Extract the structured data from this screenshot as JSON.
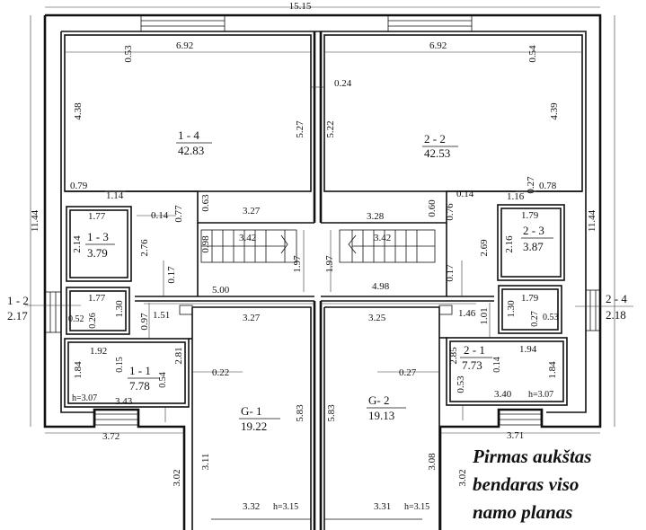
{
  "title": {
    "line1": "Pirmas aukštas",
    "line2": "bendaras viso",
    "line3": "namo planas"
  },
  "overall": {
    "width": "15.15",
    "depth_left": "11.44",
    "depth_right": "11.44"
  },
  "rooms": {
    "r1_4": {
      "id": "1 - 4",
      "area": "42.83"
    },
    "r2_2": {
      "id": "2 - 2",
      "area": "42.53"
    },
    "r1_3": {
      "id": "1 - 3",
      "area": "3.79"
    },
    "r2_3": {
      "id": "2 - 3",
      "area": "3.87"
    },
    "r1_2": {
      "id": "1 - 2",
      "area": "2.17"
    },
    "r2_4": {
      "id": "2 - 4",
      "area": "2.18"
    },
    "r1_1": {
      "id": "1 - 1",
      "area": "7.78"
    },
    "r2_1": {
      "id": "2 - 1",
      "area": "7.73"
    },
    "g1": {
      "id": "G- 1",
      "area": "19.22"
    },
    "g2": {
      "id": "G- 2",
      "area": "19.13"
    }
  },
  "heights": {
    "h307_left": "h=3.07",
    "h307_right": "h=3.07",
    "h315_left": "h=3.15",
    "h315_right": "h=3.15"
  },
  "dims_h": {
    "d692a": "6.92",
    "d692b": "6.92",
    "d024": "0.24",
    "d079": "0.79",
    "d114": "1.14",
    "d014a": "0.14",
    "d116": "1.16",
    "d078": "0.78",
    "d327a": "3.27",
    "d328": "3.28",
    "d177a": "1.77",
    "d014b": "0.14",
    "d179a": "1.79",
    "d342a": "3.42",
    "d342b": "3.42",
    "d500": "5.00",
    "d498": "4.98",
    "d177b": "1.77",
    "d179b": "1.79",
    "d151": "1.51",
    "d146": "1.46",
    "d327b": "3.27",
    "d325": "3.25",
    "d192": "1.92",
    "d194": "1.94",
    "d022": "0.22",
    "d027b": "0.27",
    "d343": "3.43",
    "d340": "3.40",
    "d372": "3.72",
    "d371": "3.71",
    "d332": "3.32",
    "d331": "3.31",
    "d052": "0.52",
    "d053": "0.53"
  },
  "dims_v": {
    "d053a": "0.53",
    "d054": "0.54",
    "d438": "4.38",
    "d439": "4.39",
    "d527": "5.27",
    "d522": "5.22",
    "d063": "0.63",
    "d077": "0.77",
    "d060": "0.60",
    "d076": "0.76",
    "d027a": "0.27",
    "d214": "2.14",
    "d216": "2.16",
    "d276": "2.76",
    "d269": "2.69",
    "d098": "0.98",
    "d197a": "1.97",
    "d197b": "1.97",
    "d017a": "0.17",
    "d017b": "0.17",
    "d130a": "1.30",
    "d130b": "1.30",
    "d026": "0.26",
    "d027c": "0.27",
    "d097": "0.97",
    "d101": "1.01",
    "d281": "2.81",
    "d285": "2.85",
    "d184a": "1.84",
    "d184b": "1.84",
    "d015": "0.15",
    "d014c": "0.14",
    "d054b": "0.54",
    "d053b": "0.53",
    "d583a": "5.83",
    "d583b": "5.83",
    "d311": "3.11",
    "d308": "3.08",
    "d302a": "3.02",
    "d302b": "3.02"
  }
}
